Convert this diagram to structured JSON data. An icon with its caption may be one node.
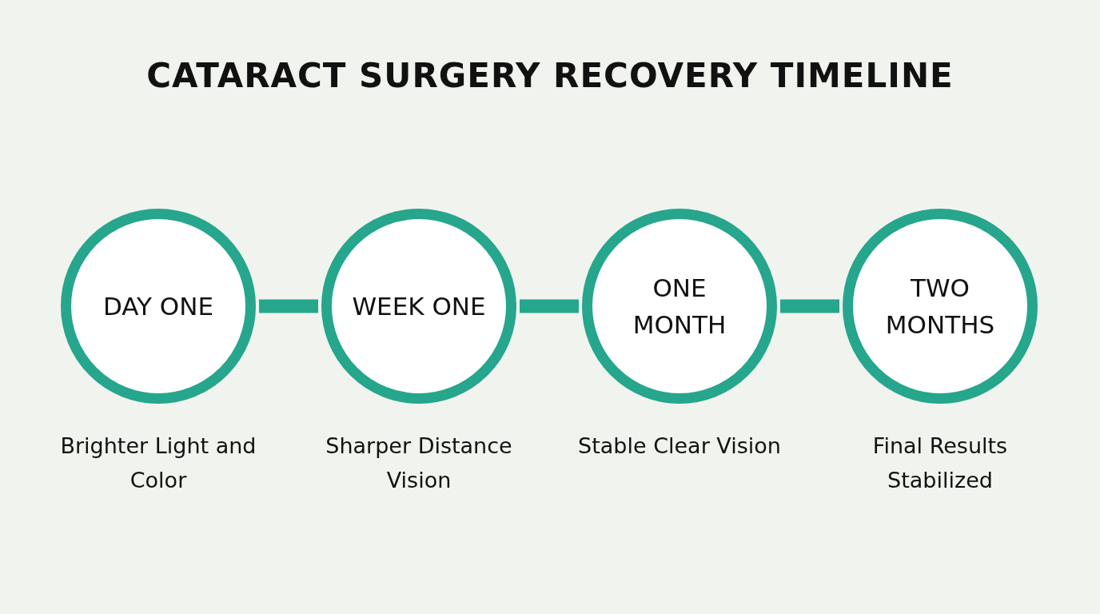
{
  "diagram": {
    "title": "CATARACT SURGERY RECOVERY TIMELINE",
    "nodes": [
      {
        "text": [
          "DAY ONE"
        ],
        "beside": [
          "Brighter Light and Color"
        ]
      },
      {
        "text": [
          "WEEK ONE"
        ],
        "beside": [
          "Sharper Distance Vision"
        ]
      },
      {
        "text": [
          "ONE MONTH"
        ],
        "beside": [
          "Stable Clear Vision"
        ]
      },
      {
        "text": [
          "TWO MONTHS"
        ],
        "beside": [
          "Final Results Stabilized"
        ]
      }
    ],
    "edges": [
      {
        "from": 0,
        "to": 1,
        "arrow": "none"
      },
      {
        "from": 1,
        "to": 2,
        "arrow": "none"
      },
      {
        "from": 2,
        "to": 3,
        "arrow": "none"
      }
    ]
  }
}
